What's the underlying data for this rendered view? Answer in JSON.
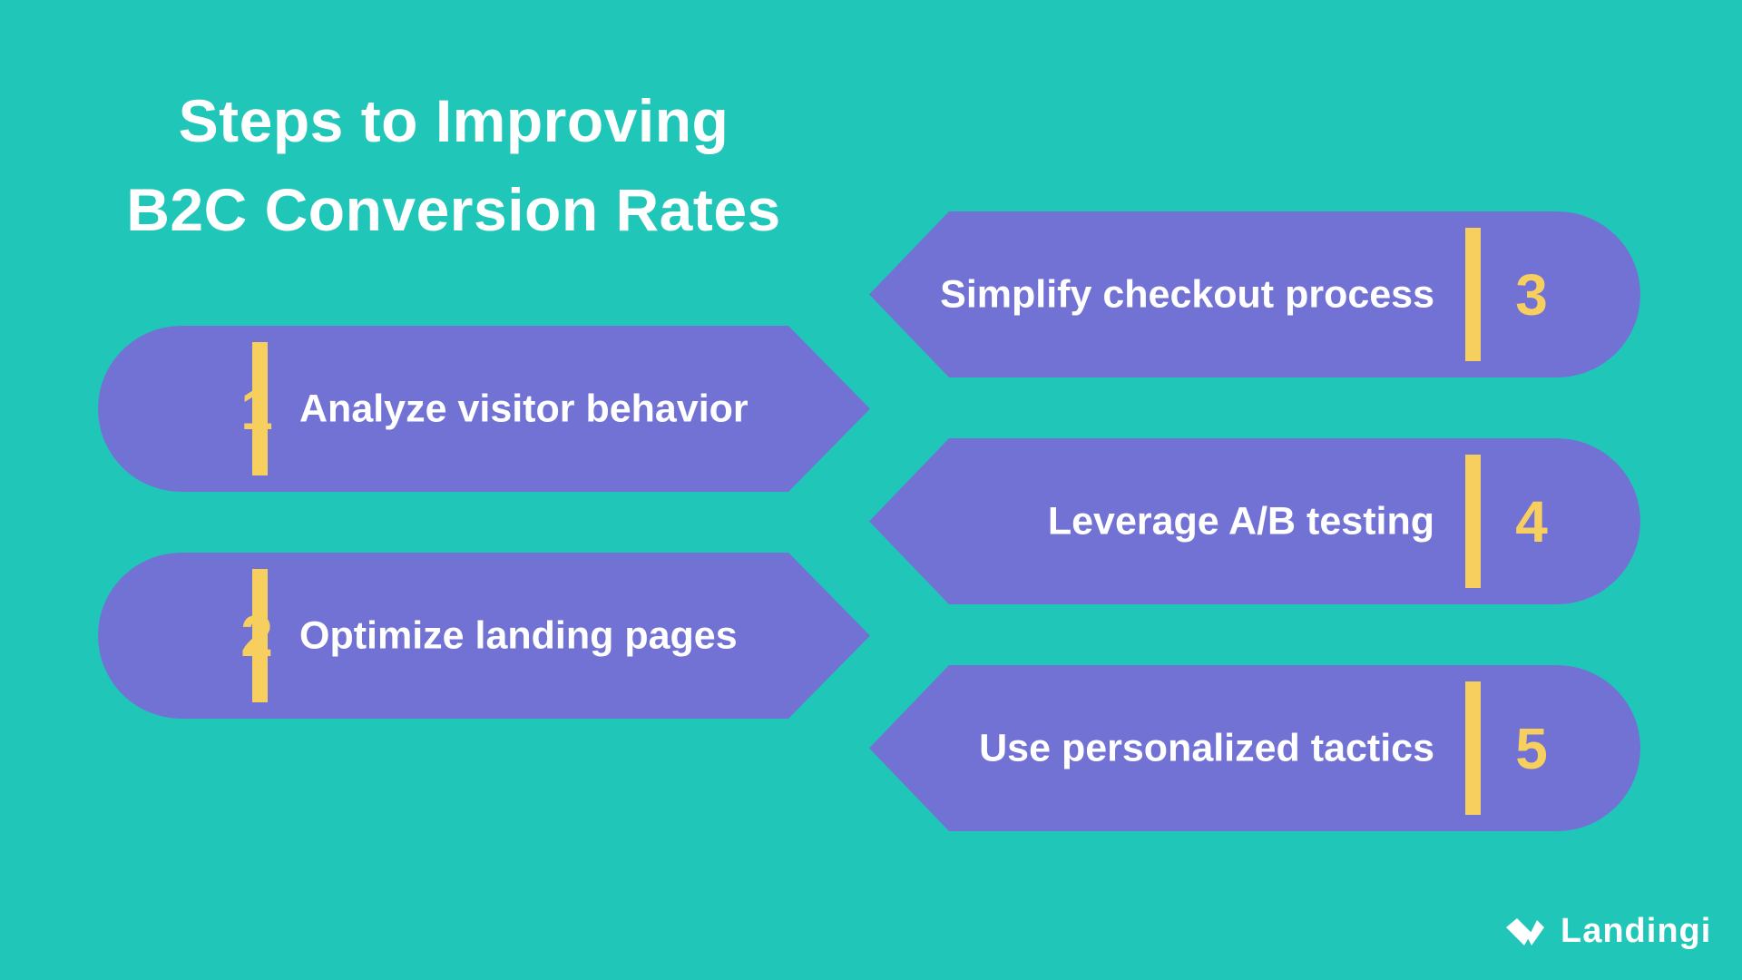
{
  "title": {
    "line1": "Steps to Improving",
    "line2": "B2C Conversion Rates"
  },
  "colors": {
    "background": "#20c7b8",
    "shape": "#7272d4",
    "accent": "#f6cf5f",
    "text": "#ffffff"
  },
  "steps": [
    {
      "number": "1",
      "label": "Analyze visitor behavior"
    },
    {
      "number": "2",
      "label": "Optimize landing pages"
    },
    {
      "number": "3",
      "label": "Simplify checkout process"
    },
    {
      "number": "4",
      "label": "Leverage A/B testing"
    },
    {
      "number": "5",
      "label": "Use personalized tactics"
    }
  ],
  "logo": {
    "icon": "landingi-logo-icon",
    "text": "Landingi"
  }
}
